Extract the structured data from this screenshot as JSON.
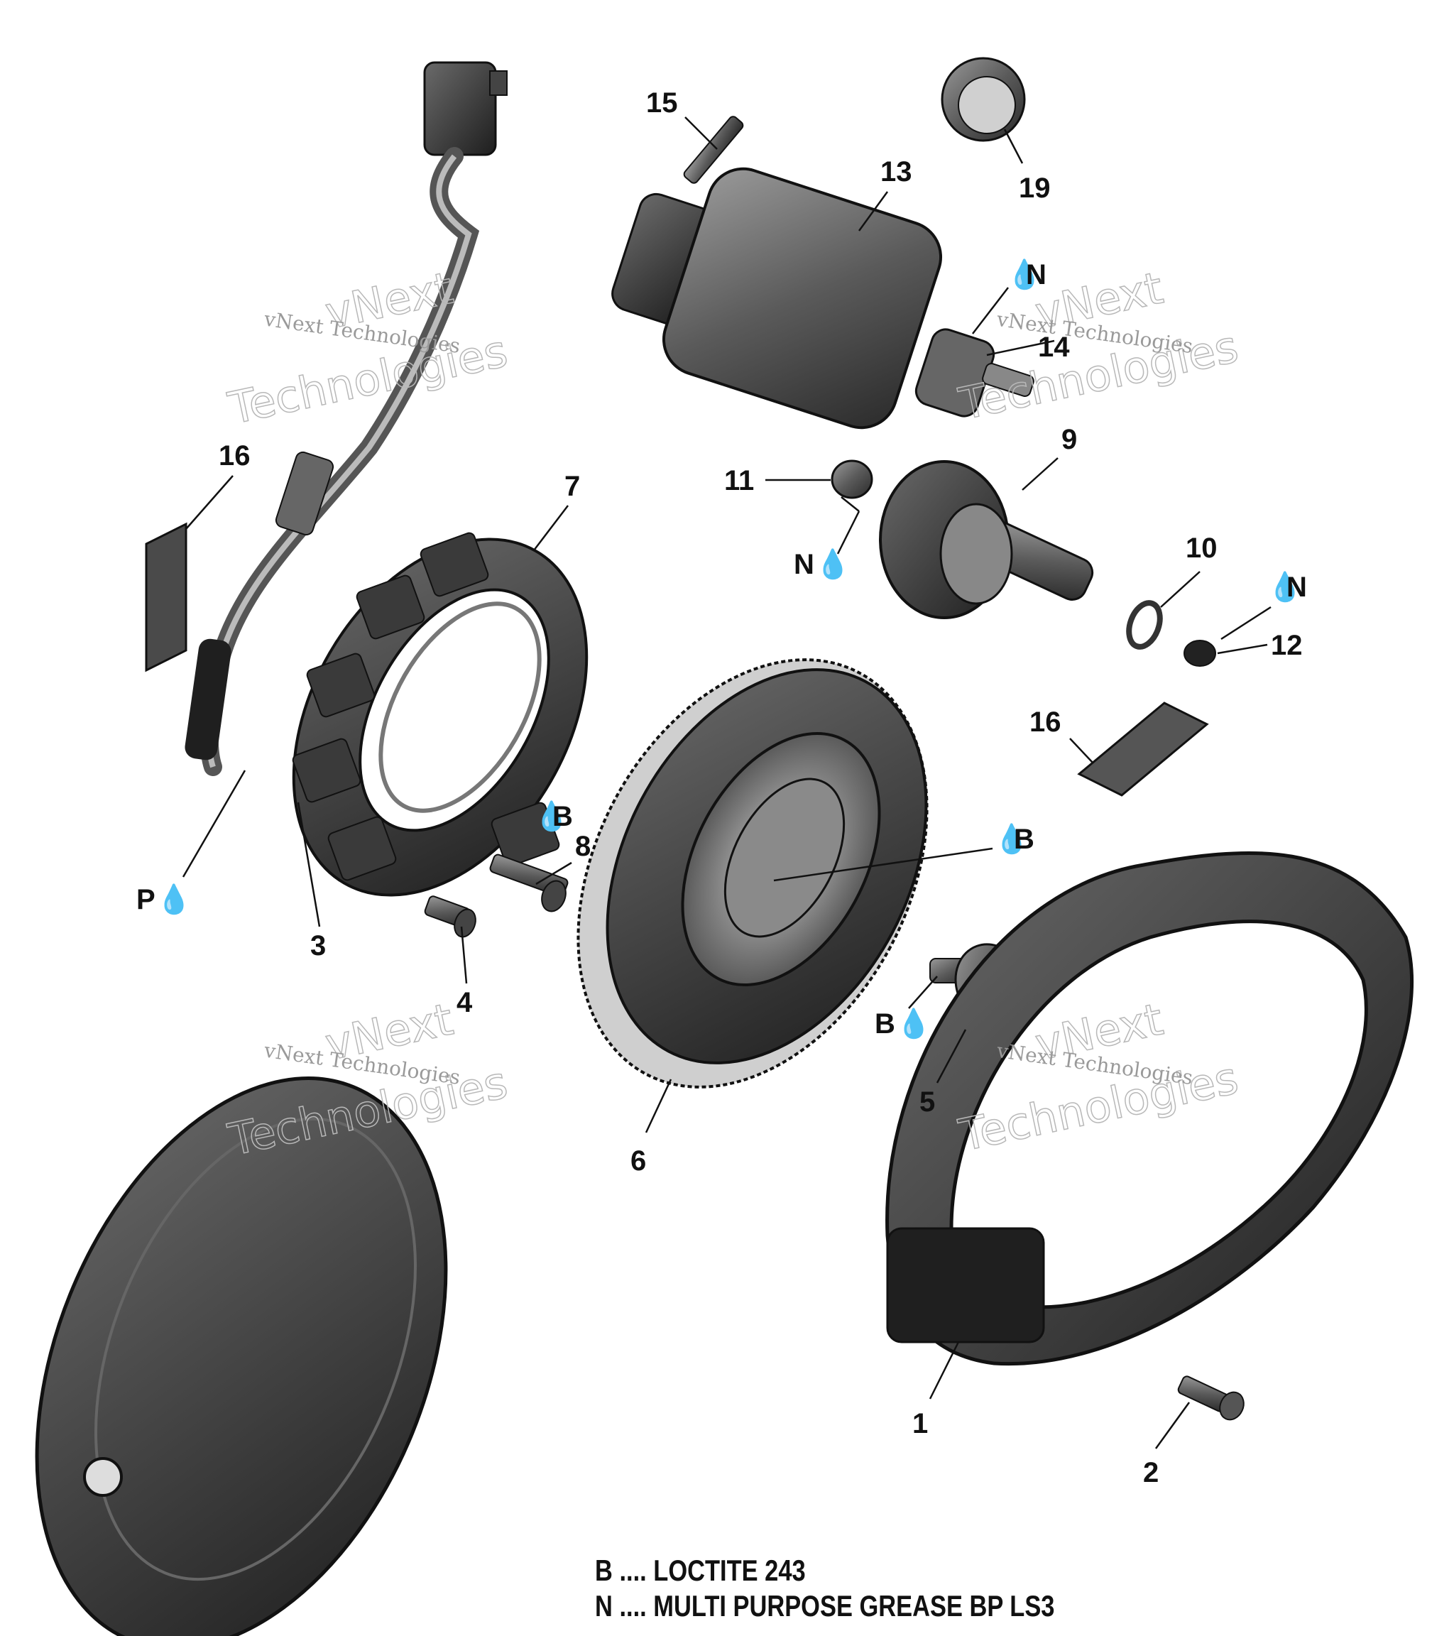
{
  "diagram": {
    "callouts": {
      "c1": "1",
      "c2": "2",
      "c3": "3",
      "c4": "4",
      "c5": "5",
      "c6": "6",
      "c7": "7",
      "c8": "8",
      "c9": "9",
      "c10": "10",
      "c11": "11",
      "c12": "12",
      "c13": "13",
      "c14": "14",
      "c15": "15",
      "c16a": "16",
      "c16b": "16",
      "c19": "19"
    },
    "markers": {
      "n_top": "N",
      "n_mid": "N",
      "n_right": "N",
      "b_bolt8": "B",
      "b_rotor": "B",
      "b_bolt5": "B",
      "p_stator": "P"
    },
    "watermark": {
      "brand": "vNext",
      "word": "Technologies",
      "small": "vNext Technologies"
    },
    "legend": {
      "b_line": "B .... LOCTITE 243",
      "n_line": "N .... MULTI PURPOSE GREASE BP LS3"
    }
  }
}
